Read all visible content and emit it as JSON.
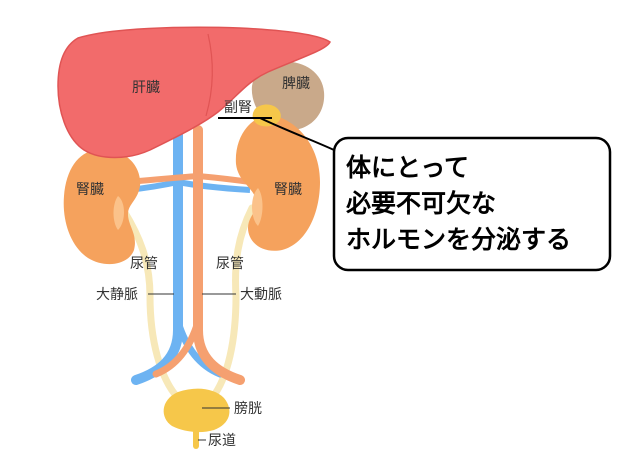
{
  "colors": {
    "liver": "#f26b6b",
    "liver_stroke": "#e05454",
    "spleen": "#c9a98a",
    "kidney": "#f5a25d",
    "kidney_inner": "#fbc28a",
    "adrenal": "#f6c74a",
    "vein": "#6db3f2",
    "artery": "#f5a070",
    "ureter": "#f7e8b8",
    "bladder": "#f6c74a"
  },
  "labels": {
    "liver": "肝臓",
    "spleen": "脾臓",
    "adrenal": "副腎",
    "kidney_left": "腎臓",
    "kidney_right": "腎臓",
    "ureter_left": "尿管",
    "ureter_right": "尿管",
    "vena_cava": "大静脈",
    "aorta": "大動脈",
    "bladder": "膀胱",
    "urethra": "尿道"
  },
  "callout": {
    "line1": "体にとって",
    "line2": "必要不可欠な",
    "line3": "ホルモンを分泌する"
  }
}
